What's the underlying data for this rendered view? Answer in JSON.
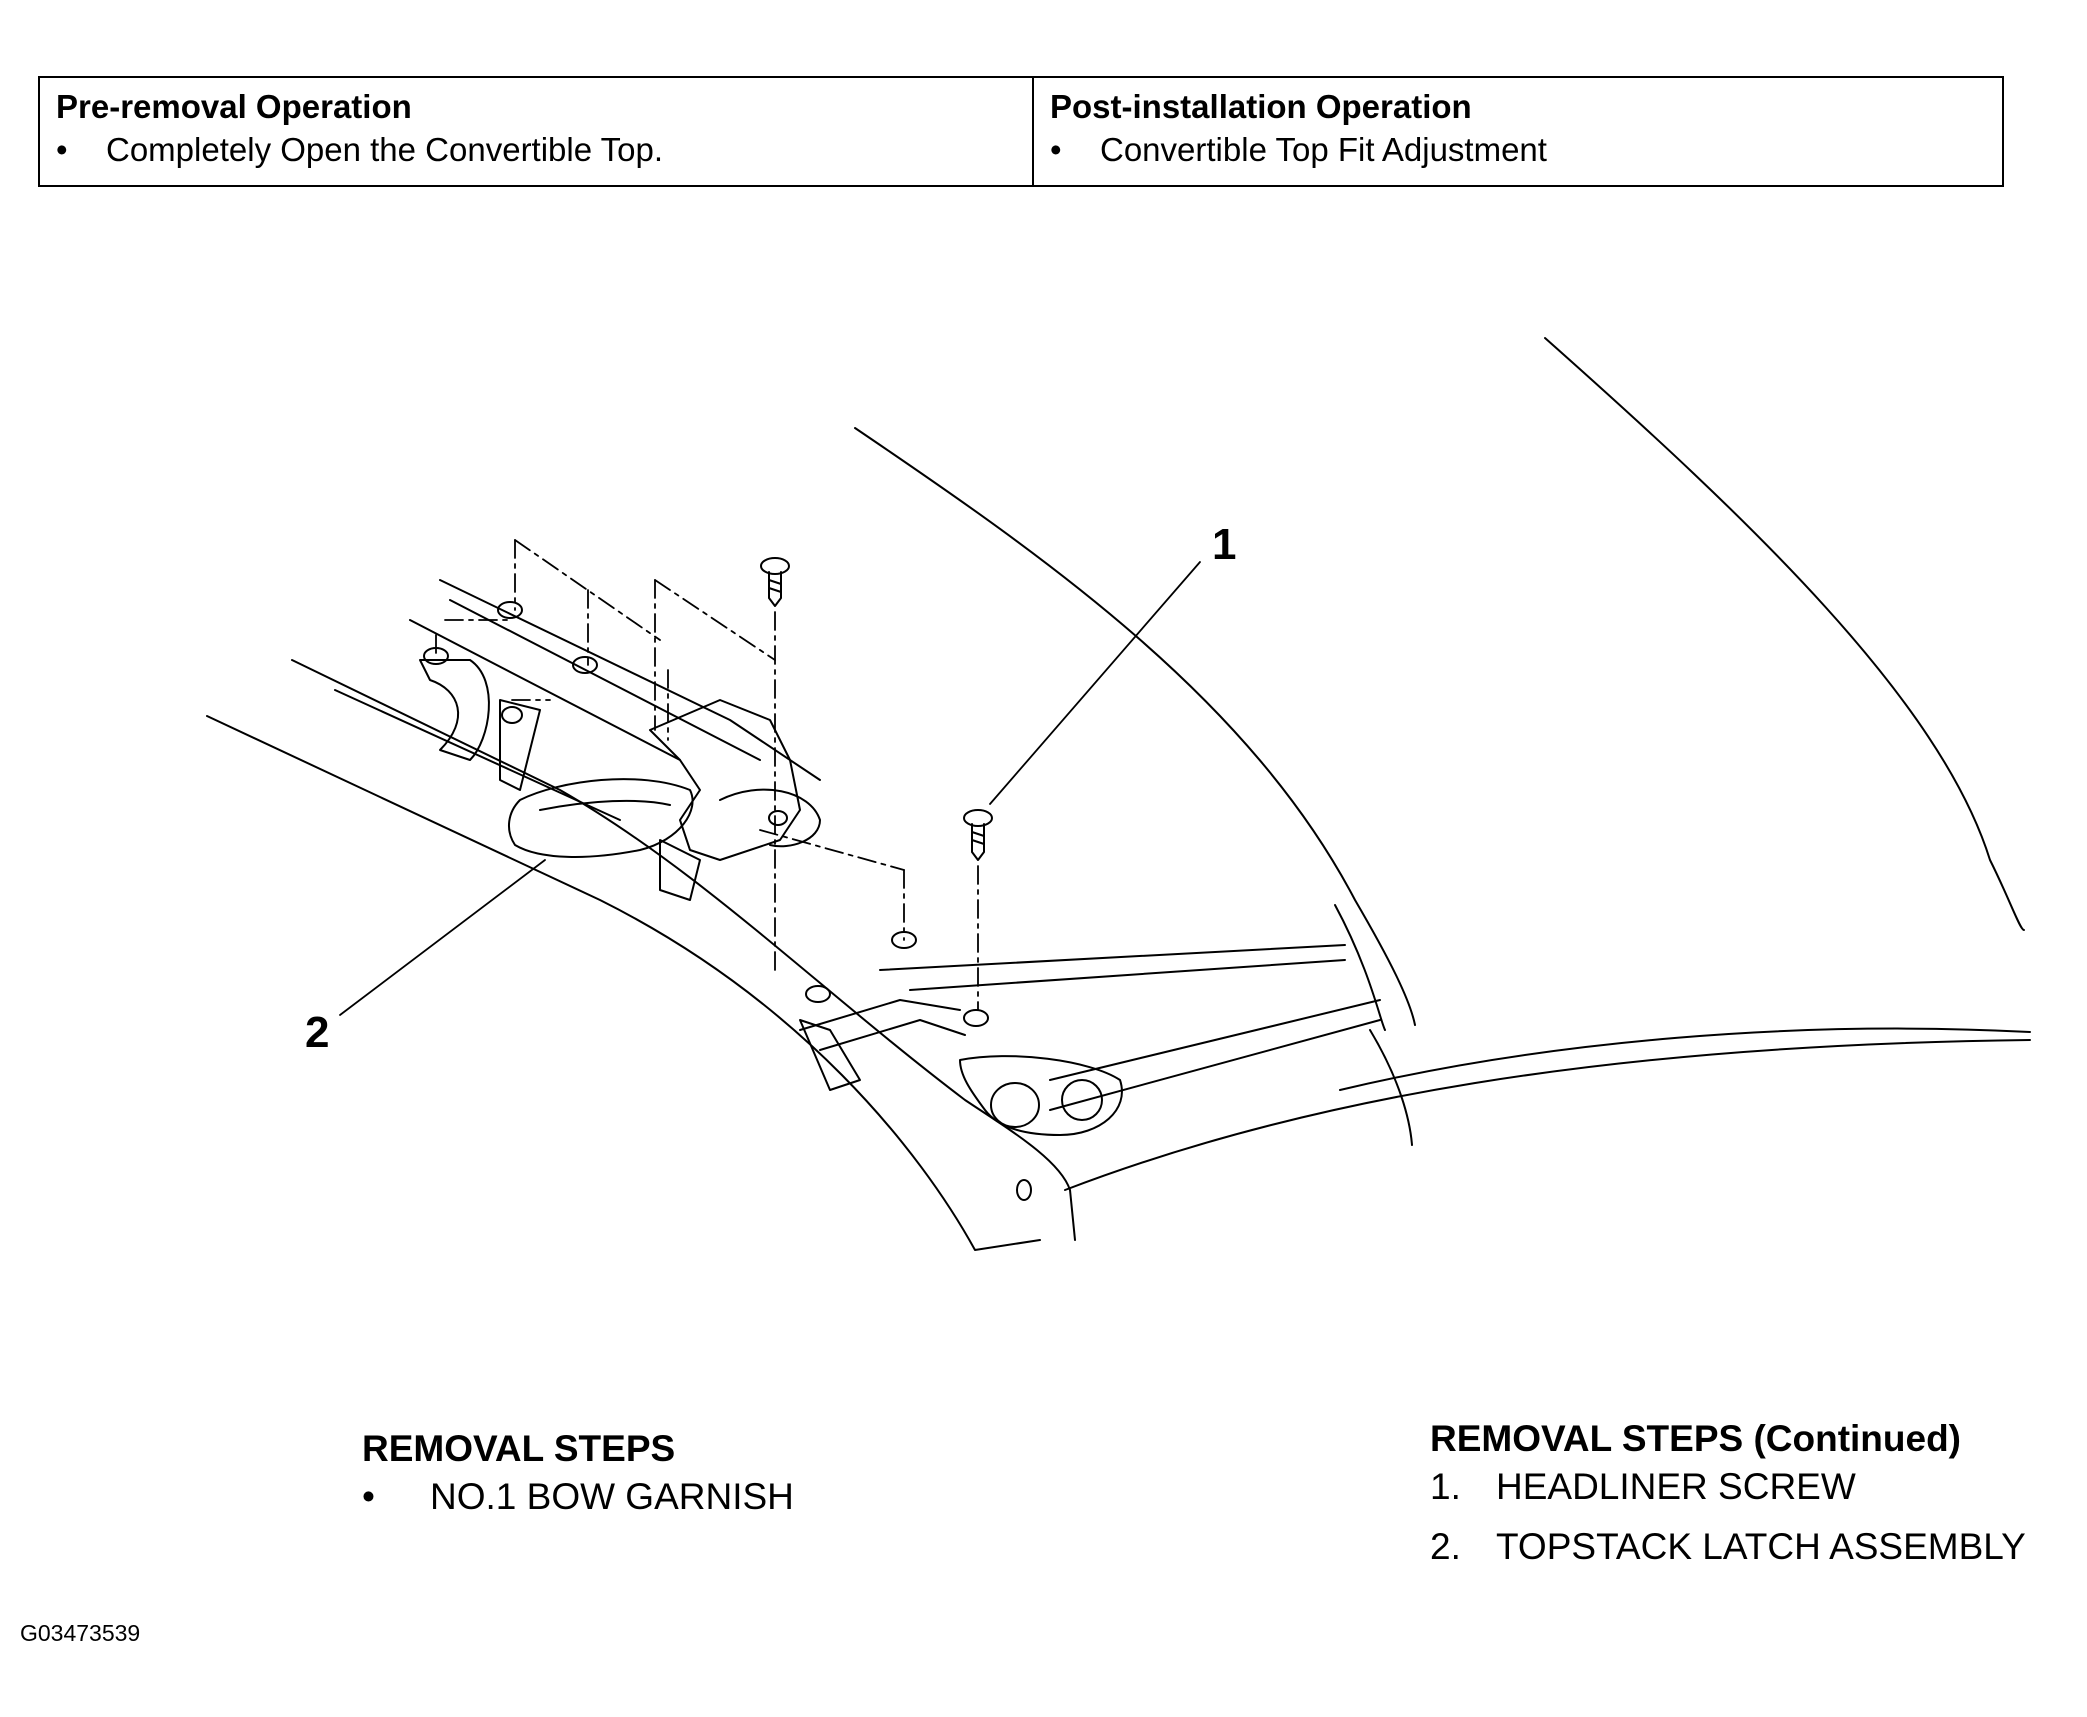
{
  "header_table": {
    "pre_removal": {
      "title": "Pre-removal Operation",
      "items": [
        "Completely Open the Convertible Top."
      ]
    },
    "post_installation": {
      "title": "Post-installation Operation",
      "items": [
        "Convertible Top Fit Adjustment"
      ]
    }
  },
  "diagram": {
    "callouts": [
      "1",
      "2"
    ]
  },
  "removal_steps": {
    "title": "REMOVAL STEPS",
    "items": [
      {
        "marker": "•",
        "label": "NO.1 BOW GARNISH"
      }
    ]
  },
  "removal_steps_continued": {
    "title": "REMOVAL STEPS (Continued)",
    "items": [
      {
        "number": "1.",
        "label": "HEADLINER SCREW"
      },
      {
        "number": "2.",
        "label": "TOPSTACK LATCH ASSEMBLY"
      }
    ]
  },
  "figure_id": "G03473539"
}
